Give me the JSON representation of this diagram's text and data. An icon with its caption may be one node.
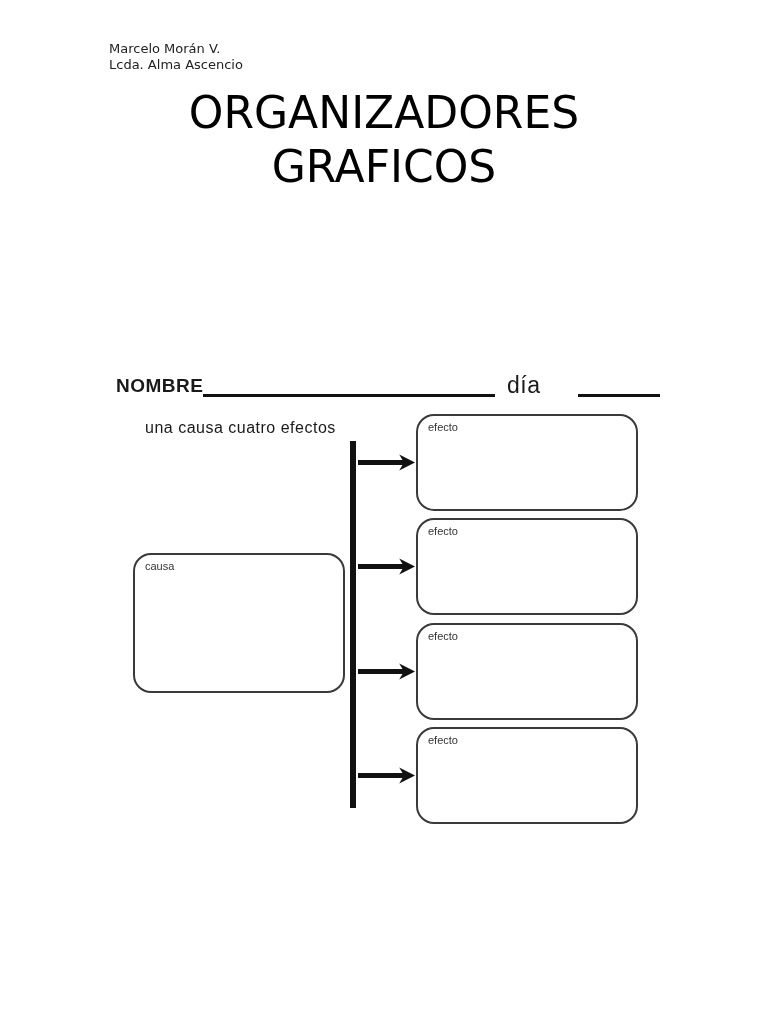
{
  "diagram": {
    "title": "ORGANIZADORES GRAFICOS",
    "nodes": [
      {
        "text": [
          "causa"
        ]
      },
      {
        "text": [],
        "shape": "bar"
      },
      {
        "text": [
          "efecto"
        ]
      },
      {
        "text": [
          "efecto"
        ]
      },
      {
        "text": [
          "efecto"
        ]
      },
      {
        "text": [
          "efecto"
        ]
      }
    ],
    "edges": [
      {
        "from": 1,
        "to": 2,
        "arrow": "to"
      },
      {
        "from": 1,
        "to": 3,
        "arrow": "to"
      },
      {
        "from": 1,
        "to": 4,
        "arrow": "to"
      },
      {
        "from": 1,
        "to": 5,
        "arrow": "to"
      }
    ],
    "labels": [
      "Marcelo Morán V.",
      "Lcda. Alma Ascencio",
      "NOMBRE",
      "día",
      "una causa cuatro efectos"
    ]
  }
}
